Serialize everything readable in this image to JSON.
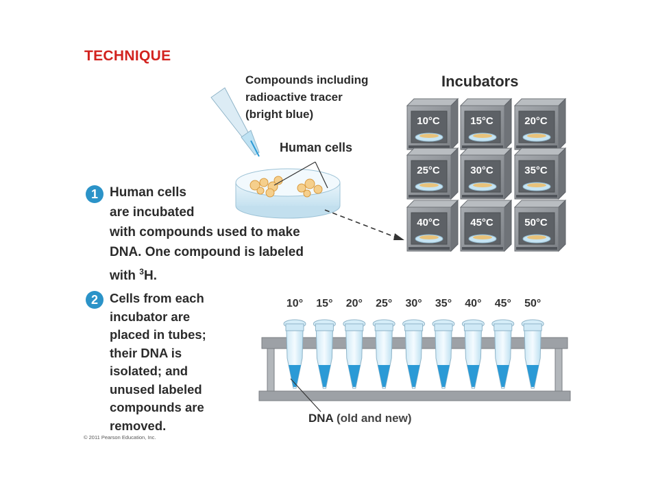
{
  "technique_title": "TECHNIQUE",
  "compounds_label": [
    "Compounds including",
    "radioactive tracer",
    "(bright blue)"
  ],
  "incubators_title": "Incubators",
  "human_cells_label": "Human cells",
  "incubators": [
    "10°C",
    "15°C",
    "20°C",
    "25°C",
    "30°C",
    "35°C",
    "40°C",
    "45°C",
    "50°C"
  ],
  "step1": {
    "number": "1",
    "line1": "Human cells",
    "line2": "are incubated",
    "line3": "with compounds used to make",
    "line4": "DNA. One compound is labeled",
    "line5_pre": "with ",
    "line5_sup": "3",
    "line5_post": "H."
  },
  "step2": {
    "number": "2",
    "lines": [
      "Cells from each",
      "incubator are",
      "placed in tubes;",
      "their DNA is",
      "isolated; and",
      "unused labeled",
      "compounds are",
      "removed."
    ]
  },
  "tube_temps": [
    "10°",
    "15°",
    "20°",
    "25°",
    "30°",
    "35°",
    "40°",
    "45°",
    "50°"
  ],
  "dna_label": {
    "bold": "DNA",
    "rest": "(old and new)"
  },
  "copyright": "© 2011 Pearson Education, Inc.",
  "colors": {
    "title": "#d2231f",
    "step_circle": "#2b93c8",
    "incubator": "#8a8e93",
    "liquid": "#2b9ad6"
  }
}
